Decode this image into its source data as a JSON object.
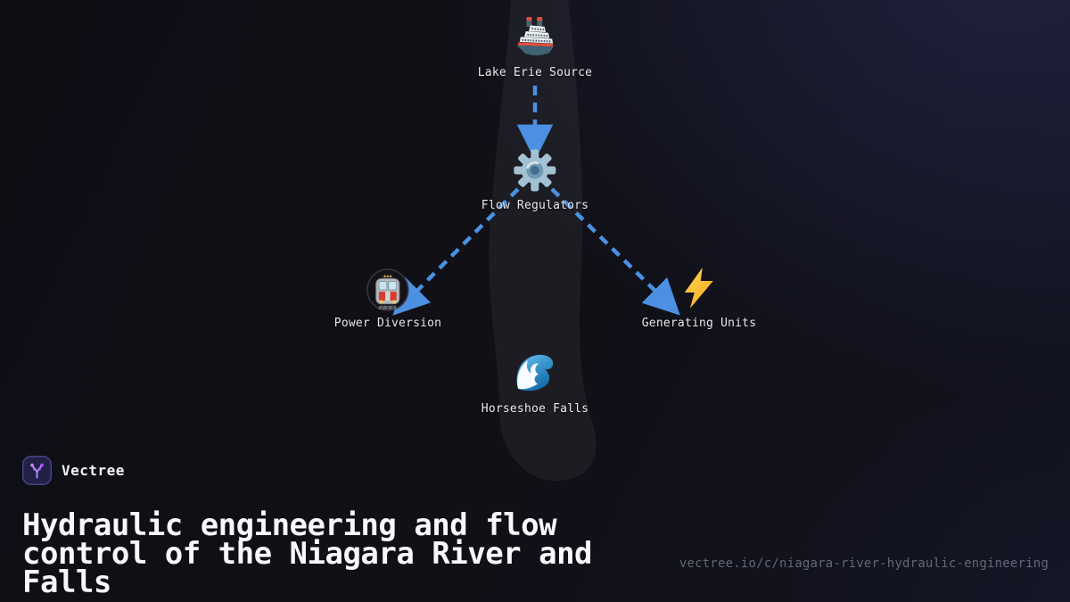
{
  "brand": {
    "name": "Vectree",
    "logo_icon": "vectree-logo-icon"
  },
  "title": "Hydraulic engineering and flow control of the Niagara River and Falls",
  "url": "vectree.io/c/niagara-river-hydraulic-engineering",
  "diagram": {
    "nodes": [
      {
        "id": "lake-erie-source",
        "label": "Lake Erie Source",
        "icon": "ship-emoji"
      },
      {
        "id": "flow-regulators",
        "label": "Flow Regulators",
        "icon": "gear-emoji"
      },
      {
        "id": "power-diversion",
        "label": "Power Diversion",
        "icon": "metro-train-emoji"
      },
      {
        "id": "generating-units",
        "label": "Generating Units",
        "icon": "high-voltage-emoji"
      },
      {
        "id": "horseshoe-falls",
        "label": "Horseshoe Falls",
        "icon": "water-wave-emoji"
      }
    ],
    "edges": [
      {
        "from": "lake-erie-source",
        "to": "flow-regulators",
        "style": "dashed-arrow"
      },
      {
        "from": "flow-regulators",
        "to": "power-diversion",
        "style": "dashed-arrow"
      },
      {
        "from": "flow-regulators",
        "to": "generating-units",
        "style": "dashed-arrow"
      }
    ],
    "edge_color": "#4b90e2"
  },
  "colors": {
    "background": "#0f0f16",
    "river_band": "rgba(255,255,255,0.05)",
    "label_text": "#e8eaec",
    "title_text": "#f7f8f9",
    "url_text": "#616875",
    "accent_blue": "#4b90e2",
    "logo_purple": "#a78bfa"
  }
}
